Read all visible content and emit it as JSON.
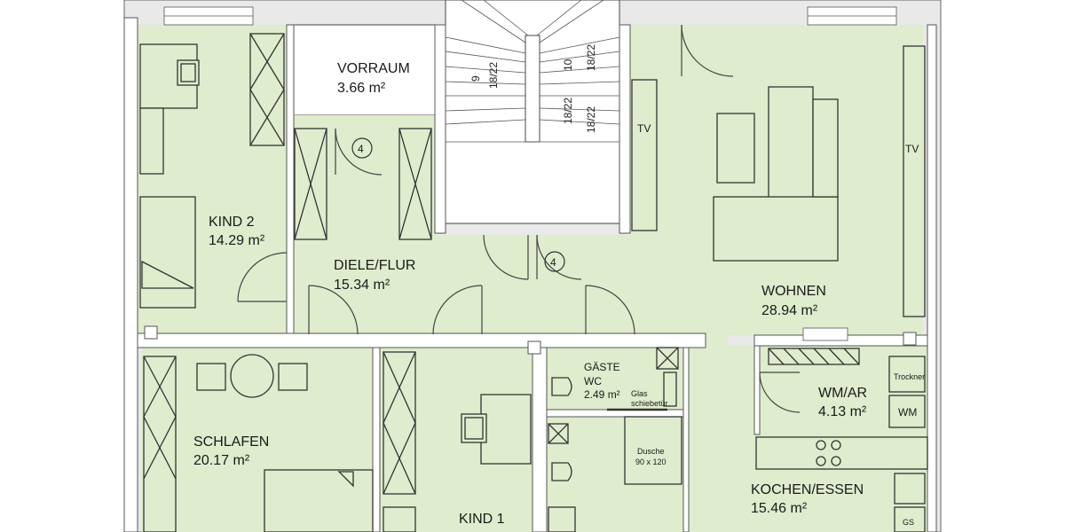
{
  "rooms": [
    {
      "name": "VORRAUM",
      "area": "3.66 m²"
    },
    {
      "name": "KIND 2",
      "area": "14.29 m²"
    },
    {
      "name": "DIELE/FLUR",
      "area": "15.34 m²"
    },
    {
      "name": "WOHNEN",
      "area": "28.94 m²"
    },
    {
      "name": "SCHLAFEN",
      "area": "20.17 m²"
    },
    {
      "name": "KIND 1",
      "area": ""
    },
    {
      "name": "GÄSTE",
      "area": "WC"
    },
    {
      "name": "WM/AR",
      "area": "4.13 m²"
    },
    {
      "name": "KOCHEN/ESSEN",
      "area": "15.46 m²"
    }
  ],
  "labels": {
    "wc_area": "2.49 m²",
    "glas": "Glas",
    "schiebetuer": "schiebetür",
    "dusche": "Dusche",
    "dusche_size": "90 x 120",
    "tv1": "TV",
    "tv2": "TV",
    "trockner": "Trockner",
    "wm": "WM",
    "gs": "GS",
    "door_number_1": "4",
    "door_number_2": "4"
  },
  "stairs": {
    "steps_a": "9",
    "ratio_a": "18/22",
    "steps_b": "10",
    "ratio_b": "18/22",
    "ratio_c": "18/22",
    "ratio_d": "18/22"
  },
  "colors": {
    "room_fill": "#dfeccd",
    "wall": "#ffffff",
    "line": "#333333"
  }
}
